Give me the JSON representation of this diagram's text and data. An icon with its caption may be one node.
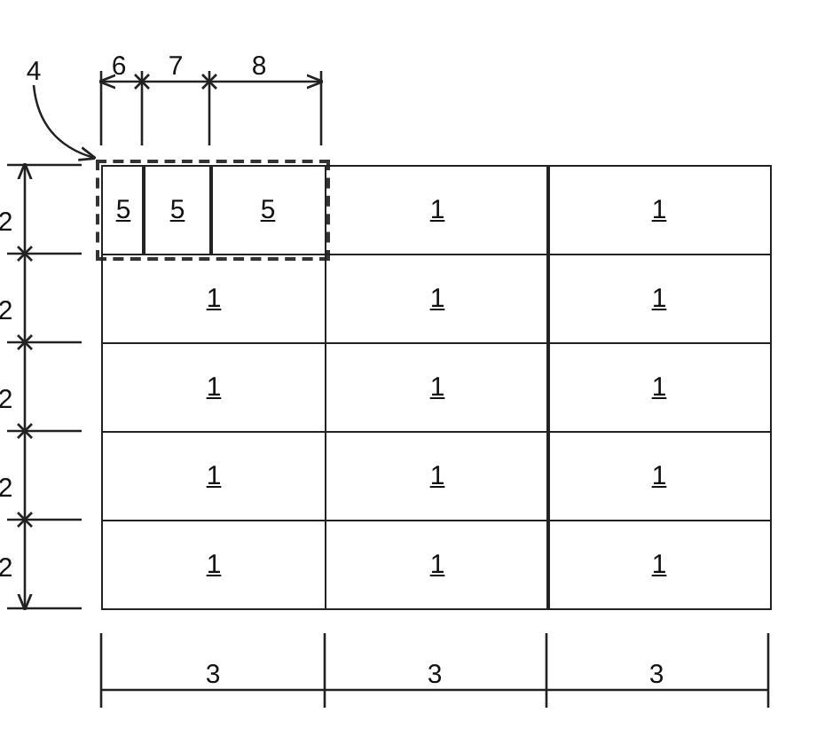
{
  "diagram": {
    "nodes": [
      {
        "text": [
          "4"
        ]
      },
      {
        "text": [],
        "shape": "box"
      },
      {
        "text": [
          "5"
        ],
        "in": 1
      },
      {
        "text": [
          "5"
        ],
        "in": 1
      },
      {
        "text": [
          "5"
        ],
        "in": 1
      },
      {
        "text": [
          "1"
        ]
      },
      {
        "text": [
          "1"
        ]
      },
      {
        "text": [
          "1"
        ]
      },
      {
        "text": [
          "1"
        ]
      },
      {
        "text": [
          "1"
        ]
      },
      {
        "text": [
          "1"
        ]
      },
      {
        "text": [
          "1"
        ]
      },
      {
        "text": [
          "1"
        ]
      },
      {
        "text": [
          "1"
        ]
      },
      {
        "text": [
          "1"
        ]
      },
      {
        "text": [
          "1"
        ]
      },
      {
        "text": [
          "1"
        ]
      },
      {
        "text": [
          "1"
        ]
      },
      {
        "text": [
          "1"
        ]
      }
    ],
    "edges": [
      {
        "from": 0,
        "to": 1,
        "arrow": "to"
      }
    ],
    "labels": [
      "6",
      "7",
      "8",
      "2",
      "2",
      "2",
      "2",
      "2",
      "3",
      "3",
      "3"
    ]
  }
}
